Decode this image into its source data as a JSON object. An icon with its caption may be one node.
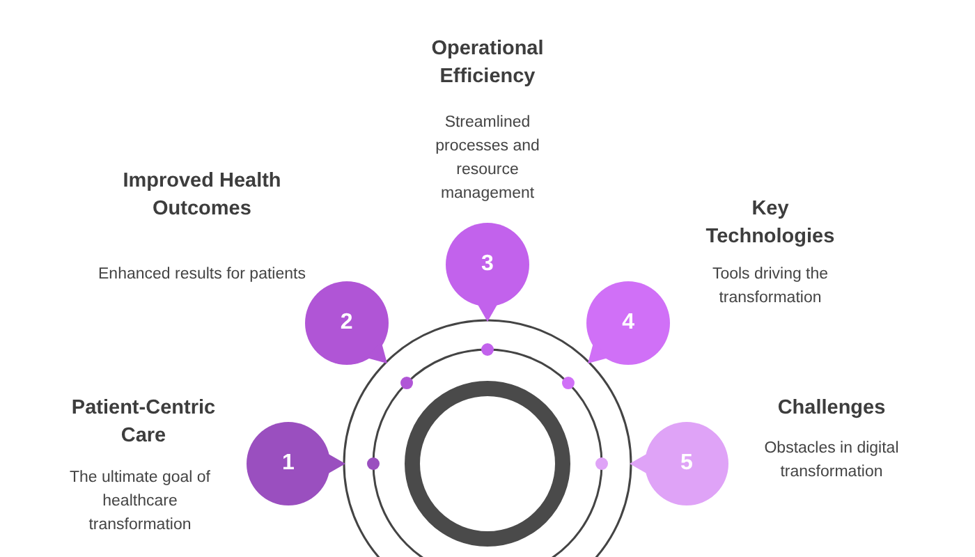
{
  "diagram": {
    "nodes": [
      {
        "text": [
          "1"
        ],
        "beside": [
          "Patient-Centric Care",
          "The ultimate goal of healthcare transformation"
        ]
      },
      {
        "text": [
          "2"
        ],
        "beside": [
          "Improved Health Outcomes",
          "Enhanced results for patients"
        ]
      },
      {
        "text": [
          "3"
        ],
        "beside": [
          "Operational Efficiency",
          "Streamlined processes and resource management"
        ]
      },
      {
        "text": [
          "4"
        ],
        "beside": [
          "Key Technologies",
          "Tools driving the transformation"
        ]
      },
      {
        "text": [
          "5"
        ],
        "beside": [
          "Challenges",
          "Obstacles in digital transformation"
        ]
      }
    ]
  }
}
